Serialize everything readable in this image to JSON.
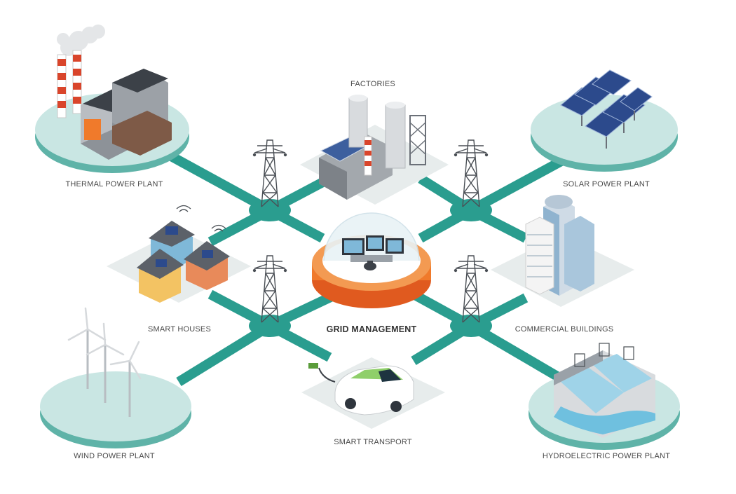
{
  "diagram": {
    "center": {
      "label": "GRID MANAGEMENT"
    },
    "nodes": {
      "thermal": {
        "label": "THERMAL POWER PLANT"
      },
      "factories": {
        "label": "FACTORIES"
      },
      "solar": {
        "label": "SOLAR POWER PLANT"
      },
      "smart_houses": {
        "label": "SMART HOUSES"
      },
      "commercial": {
        "label": "COMMERCIAL BUILDINGS"
      },
      "wind": {
        "label": "WIND POWER PLANT"
      },
      "transport": {
        "label": "SMART TRANSPORT"
      },
      "hydro": {
        "label": "HYDROELECTRIC POWER PLANT"
      }
    },
    "colors": {
      "connection": "#2a9d8f",
      "platform_top": "#c9e6e3",
      "platform_side": "#5fb3a8",
      "tile": "#e7ecec",
      "accent_orange": "#f07a2b"
    }
  }
}
